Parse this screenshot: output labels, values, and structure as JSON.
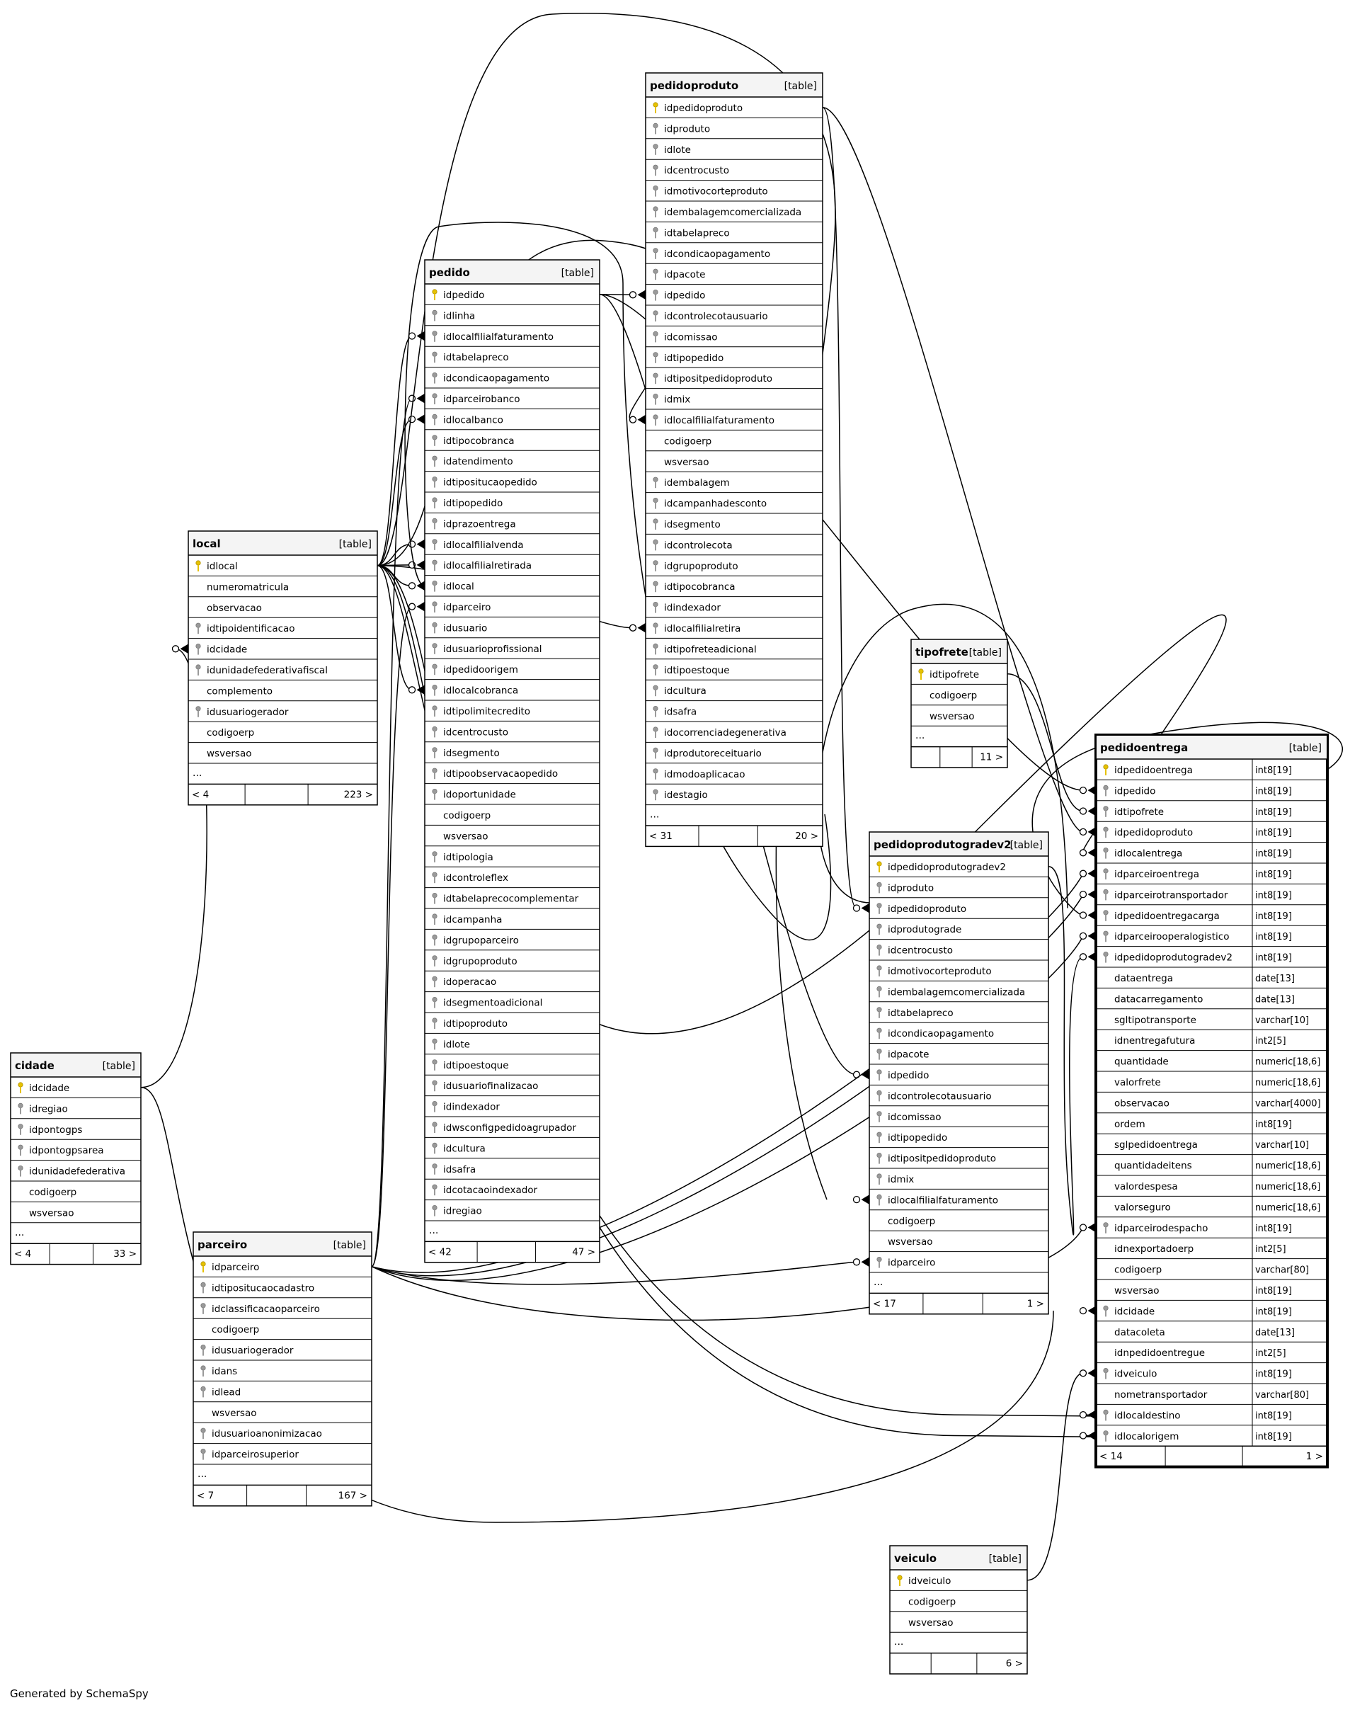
{
  "footer": "Generated by SchemaSpy",
  "tables": [
    {
      "name": "pedidoproduto",
      "tag": "[table]",
      "pk": "idpedidoproduto",
      "columns": [
        {
          "name": "idpedidoproduto",
          "key": "pk"
        },
        {
          "name": "idproduto",
          "key": "fk"
        },
        {
          "name": "idlote",
          "key": "fk"
        },
        {
          "name": "idcentrocusto",
          "key": "fk"
        },
        {
          "name": "idmotivocorteproduto",
          "key": "fk"
        },
        {
          "name": "idembalagemcomercializada",
          "key": "fk"
        },
        {
          "name": "idtabelapreco",
          "key": "fk"
        },
        {
          "name": "idcondicaopagamento",
          "key": "fk"
        },
        {
          "name": "idpacote",
          "key": "fk"
        },
        {
          "name": "idpedido",
          "key": "fk"
        },
        {
          "name": "idcontrolecotausuario",
          "key": "fk"
        },
        {
          "name": "idcomissao",
          "key": "fk"
        },
        {
          "name": "idtipopedido",
          "key": "fk"
        },
        {
          "name": "idtipositpedidoproduto",
          "key": "fk"
        },
        {
          "name": "idmix",
          "key": "fk"
        },
        {
          "name": "idlocalfilialfaturamento",
          "key": "fk"
        },
        {
          "name": "codigoerp",
          "key": ""
        },
        {
          "name": "wsversao",
          "key": ""
        },
        {
          "name": "idembalagem",
          "key": "fk"
        },
        {
          "name": "idcampanhadesconto",
          "key": "fk"
        },
        {
          "name": "idsegmento",
          "key": "fk"
        },
        {
          "name": "idcontrolecota",
          "key": "fk"
        },
        {
          "name": "idgrupoproduto",
          "key": "fk"
        },
        {
          "name": "idtipocobranca",
          "key": "fk"
        },
        {
          "name": "idindexador",
          "key": "fk"
        },
        {
          "name": "idlocalfilialretira",
          "key": "fk"
        },
        {
          "name": "idtipofreteadicional",
          "key": "fk"
        },
        {
          "name": "idtipoestoque",
          "key": "fk"
        },
        {
          "name": "idcultura",
          "key": "fk"
        },
        {
          "name": "idsafra",
          "key": "fk"
        },
        {
          "name": "idocorrenciadegenerativa",
          "key": "fk"
        },
        {
          "name": "idprodutoreceituario",
          "key": "fk"
        },
        {
          "name": "idmodoaplicacao",
          "key": "fk"
        },
        {
          "name": "idestagio",
          "key": "fk"
        }
      ],
      "more": "...",
      "footer_left": "< 31",
      "footer_right": "20 >"
    },
    {
      "name": "pedido",
      "tag": "[table]",
      "columns": [
        {
          "name": "idpedido",
          "key": "pk"
        },
        {
          "name": "idlinha",
          "key": "fk"
        },
        {
          "name": "idlocalfilialfaturamento",
          "key": "fk"
        },
        {
          "name": "idtabelapreco",
          "key": "fk"
        },
        {
          "name": "idcondicaopagamento",
          "key": "fk"
        },
        {
          "name": "idparceirobanco",
          "key": "fk"
        },
        {
          "name": "idlocalbanco",
          "key": "fk"
        },
        {
          "name": "idtipocobranca",
          "key": "fk"
        },
        {
          "name": "idatendimento",
          "key": "fk"
        },
        {
          "name": "idtipositucaopedido",
          "key": "fk"
        },
        {
          "name": "idtipopedido",
          "key": "fk"
        },
        {
          "name": "idprazoentrega",
          "key": "fk"
        },
        {
          "name": "idlocalfilialvenda",
          "key": "fk"
        },
        {
          "name": "idlocalfilialretirada",
          "key": "fk"
        },
        {
          "name": "idlocal",
          "key": "fk"
        },
        {
          "name": "idparceiro",
          "key": "fk"
        },
        {
          "name": "idusuario",
          "key": "fk"
        },
        {
          "name": "idusuarioprofissional",
          "key": "fk"
        },
        {
          "name": "idpedidoorigem",
          "key": "fk"
        },
        {
          "name": "idlocalcobranca",
          "key": "fk"
        },
        {
          "name": "idtipolimitecredito",
          "key": "fk"
        },
        {
          "name": "idcentrocusto",
          "key": "fk"
        },
        {
          "name": "idsegmento",
          "key": "fk"
        },
        {
          "name": "idtipoobservacaopedido",
          "key": "fk"
        },
        {
          "name": "idoportunidade",
          "key": "fk"
        },
        {
          "name": "codigoerp",
          "key": ""
        },
        {
          "name": "wsversao",
          "key": ""
        },
        {
          "name": "idtipologia",
          "key": "fk"
        },
        {
          "name": "idcontroleflex",
          "key": "fk"
        },
        {
          "name": "idtabelaprecocomplementar",
          "key": "fk"
        },
        {
          "name": "idcampanha",
          "key": "fk"
        },
        {
          "name": "idgrupoparceiro",
          "key": "fk"
        },
        {
          "name": "idgrupoproduto",
          "key": "fk"
        },
        {
          "name": "idoperacao",
          "key": "fk"
        },
        {
          "name": "idsegmentoadicional",
          "key": "fk"
        },
        {
          "name": "idtipoproduto",
          "key": "fk"
        },
        {
          "name": "idlote",
          "key": "fk"
        },
        {
          "name": "idtipoestoque",
          "key": "fk"
        },
        {
          "name": "idusuariofinalizacao",
          "key": "fk"
        },
        {
          "name": "idindexador",
          "key": "fk"
        },
        {
          "name": "idwsconfigpedidoagrupador",
          "key": "fk"
        },
        {
          "name": "idcultura",
          "key": "fk"
        },
        {
          "name": "idsafra",
          "key": "fk"
        },
        {
          "name": "idcotacaoindexador",
          "key": "fk"
        },
        {
          "name": "idregiao",
          "key": "fk"
        }
      ],
      "more": "...",
      "footer_left": "< 42",
      "footer_right": "47 >"
    },
    {
      "name": "local",
      "tag": "[table]",
      "columns": [
        {
          "name": "idlocal",
          "key": "pk"
        },
        {
          "name": "numeromatricula",
          "key": ""
        },
        {
          "name": "observacao",
          "key": ""
        },
        {
          "name": "idtipoidentificacao",
          "key": "fk"
        },
        {
          "name": "idcidade",
          "key": "fk"
        },
        {
          "name": "idunidadefederativafiscal",
          "key": "fk"
        },
        {
          "name": "complemento",
          "key": ""
        },
        {
          "name": "idusuariogerador",
          "key": "fk"
        },
        {
          "name": "codigoerp",
          "key": ""
        },
        {
          "name": "wsversao",
          "key": ""
        }
      ],
      "more": "...",
      "footer_left": "< 4",
      "footer_right": "223 >"
    },
    {
      "name": "cidade",
      "tag": "[table]",
      "columns": [
        {
          "name": "idcidade",
          "key": "pk"
        },
        {
          "name": "idregiao",
          "key": "fk"
        },
        {
          "name": "idpontogps",
          "key": "fk"
        },
        {
          "name": "idpontogpsarea",
          "key": "fk"
        },
        {
          "name": "idunidadefederativa",
          "key": "fk"
        },
        {
          "name": "codigoerp",
          "key": ""
        },
        {
          "name": "wsversao",
          "key": ""
        }
      ],
      "more": "...",
      "footer_left": "< 4",
      "footer_right": "33 >"
    },
    {
      "name": "parceiro",
      "tag": "[table]",
      "columns": [
        {
          "name": "idparceiro",
          "key": "pk"
        },
        {
          "name": "idtipositucaocadastro",
          "key": "fk"
        },
        {
          "name": "idclassificacaoparceiro",
          "key": "fk"
        },
        {
          "name": "codigoerp",
          "key": ""
        },
        {
          "name": "idusuariogerador",
          "key": "fk"
        },
        {
          "name": "idans",
          "key": "fk"
        },
        {
          "name": "idlead",
          "key": "fk"
        },
        {
          "name": "wsversao",
          "key": ""
        },
        {
          "name": "idusuarioanonimizacao",
          "key": "fk"
        },
        {
          "name": "idparceirosuperior",
          "key": "fk"
        }
      ],
      "more": "...",
      "footer_left": "< 7",
      "footer_right": "167 >"
    },
    {
      "name": "tipofrete",
      "tag": "[table]",
      "columns": [
        {
          "name": "idtipofrete",
          "key": "pk"
        },
        {
          "name": "codigoerp",
          "key": ""
        },
        {
          "name": "wsversao",
          "key": ""
        }
      ],
      "more": "...",
      "footer_left": "",
      "footer_right": "11 >"
    },
    {
      "name": "pedidoprodutogradev2",
      "tag": "[table]",
      "columns": [
        {
          "name": "idpedidoprodutogradev2",
          "key": "pk"
        },
        {
          "name": "idproduto",
          "key": "fk"
        },
        {
          "name": "idpedidoproduto",
          "key": "fk"
        },
        {
          "name": "idprodutograde",
          "key": "fk"
        },
        {
          "name": "idcentrocusto",
          "key": "fk"
        },
        {
          "name": "idmotivocorteproduto",
          "key": "fk"
        },
        {
          "name": "idembalagemcomercializada",
          "key": "fk"
        },
        {
          "name": "idtabelapreco",
          "key": "fk"
        },
        {
          "name": "idcondicaopagamento",
          "key": "fk"
        },
        {
          "name": "idpacote",
          "key": "fk"
        },
        {
          "name": "idpedido",
          "key": "fk"
        },
        {
          "name": "idcontrolecotausuario",
          "key": "fk"
        },
        {
          "name": "idcomissao",
          "key": "fk"
        },
        {
          "name": "idtipopedido",
          "key": "fk"
        },
        {
          "name": "idtipositpedidoproduto",
          "key": "fk"
        },
        {
          "name": "idmix",
          "key": "fk"
        },
        {
          "name": "idlocalfilialfaturamento",
          "key": "fk"
        },
        {
          "name": "codigoerp",
          "key": ""
        },
        {
          "name": "wsversao",
          "key": ""
        },
        {
          "name": "idparceiro",
          "key": "fk"
        }
      ],
      "more": "...",
      "footer_left": "< 17",
      "footer_right": "1 >"
    },
    {
      "name": "pedidoentrega",
      "tag": "[table]",
      "columns": [
        {
          "name": "idpedidoentrega",
          "key": "pk",
          "type": "int8[19]"
        },
        {
          "name": "idpedido",
          "key": "fk",
          "type": "int8[19]"
        },
        {
          "name": "idtipofrete",
          "key": "fk",
          "type": "int8[19]"
        },
        {
          "name": "idpedidoproduto",
          "key": "fk",
          "type": "int8[19]"
        },
        {
          "name": "idlocalentrega",
          "key": "fk",
          "type": "int8[19]"
        },
        {
          "name": "idparceiroentrega",
          "key": "fk",
          "type": "int8[19]"
        },
        {
          "name": "idparceirotransportador",
          "key": "fk",
          "type": "int8[19]"
        },
        {
          "name": "idpedidoentregacarga",
          "key": "fk",
          "type": "int8[19]"
        },
        {
          "name": "idparceirooperalogistico",
          "key": "fk",
          "type": "int8[19]"
        },
        {
          "name": "idpedidoprodutogradev2",
          "key": "fk",
          "type": "int8[19]"
        },
        {
          "name": "dataentrega",
          "key": "",
          "type": "date[13]"
        },
        {
          "name": "datacarregamento",
          "key": "",
          "type": "date[13]"
        },
        {
          "name": "sgltipotransporte",
          "key": "",
          "type": "varchar[10]"
        },
        {
          "name": "idnentregafutura",
          "key": "",
          "type": "int2[5]"
        },
        {
          "name": "quantidade",
          "key": "",
          "type": "numeric[18,6]"
        },
        {
          "name": "valorfrete",
          "key": "",
          "type": "numeric[18,6]"
        },
        {
          "name": "observacao",
          "key": "",
          "type": "varchar[4000]"
        },
        {
          "name": "ordem",
          "key": "",
          "type": "int8[19]"
        },
        {
          "name": "sglpedidoentrega",
          "key": "",
          "type": "varchar[10]"
        },
        {
          "name": "quantidadeitens",
          "key": "",
          "type": "numeric[18,6]"
        },
        {
          "name": "valordespesa",
          "key": "",
          "type": "numeric[18,6]"
        },
        {
          "name": "valorseguro",
          "key": "",
          "type": "numeric[18,6]"
        },
        {
          "name": "idparceirodespacho",
          "key": "fk",
          "type": "int8[19]"
        },
        {
          "name": "idnexportadoerp",
          "key": "",
          "type": "int2[5]"
        },
        {
          "name": "codigoerp",
          "key": "",
          "type": "varchar[80]"
        },
        {
          "name": "wsversao",
          "key": "",
          "type": "int8[19]"
        },
        {
          "name": "idcidade",
          "key": "fk",
          "type": "int8[19]"
        },
        {
          "name": "datacoleta",
          "key": "",
          "type": "date[13]"
        },
        {
          "name": "idnpedidoentregue",
          "key": "",
          "type": "int2[5]"
        },
        {
          "name": "idveiculo",
          "key": "fk",
          "type": "int8[19]"
        },
        {
          "name": "nometransportador",
          "key": "",
          "type": "varchar[80]"
        },
        {
          "name": "idlocaldestino",
          "key": "fk",
          "type": "int8[19]"
        },
        {
          "name": "idlocalorigem",
          "key": "fk",
          "type": "int8[19]"
        }
      ],
      "more": "",
      "footer_left": "< 14",
      "footer_right": "1 >"
    },
    {
      "name": "veiculo",
      "tag": "[table]",
      "columns": [
        {
          "name": "idveiculo",
          "key": "pk"
        },
        {
          "name": "codigoerp",
          "key": ""
        },
        {
          "name": "wsversao",
          "key": ""
        }
      ],
      "more": "...",
      "footer_left": "",
      "footer_right": "6 >"
    }
  ],
  "colors": {
    "border": "#000000",
    "header_bg": "#f4f4f4",
    "pk_key": "#e6c200",
    "fk_key": "#9a9a9a",
    "line": "#000000"
  }
}
